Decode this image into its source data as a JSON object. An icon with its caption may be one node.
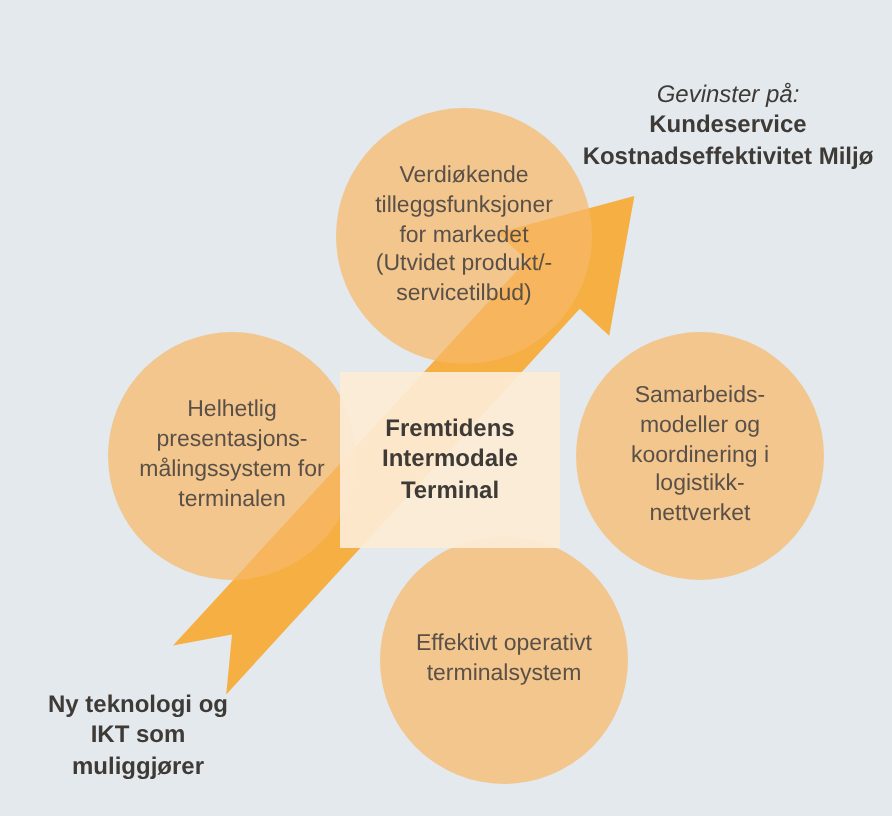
{
  "diagram": {
    "nodes": [
      {
        "text": [
          "Gevinster på:",
          "Kundeservice Kostnadseffektivitet Miljø"
        ]
      },
      {
        "text": [
          "Verdiøkende tilleggsfunksjoner for markedet (Utvidet produkt/- servicetilbud)"
        ]
      },
      {
        "text": [
          "Helhetlig presentasjons- målingssystem for terminalen"
        ]
      },
      {
        "text": [
          "Fremtidens Intermodale Terminal"
        ]
      },
      {
        "text": [
          "Samarbeids- modeller og koordinering i logistikk- nettverket"
        ]
      },
      {
        "text": [
          "Effektivt operativt terminalsystem"
        ]
      },
      {
        "text": [
          "Ny teknologi og IKT som muliggjører"
        ]
      }
    ],
    "edges": [
      {
        "from": 6,
        "to": 0,
        "arrow": "to"
      }
    ]
  }
}
